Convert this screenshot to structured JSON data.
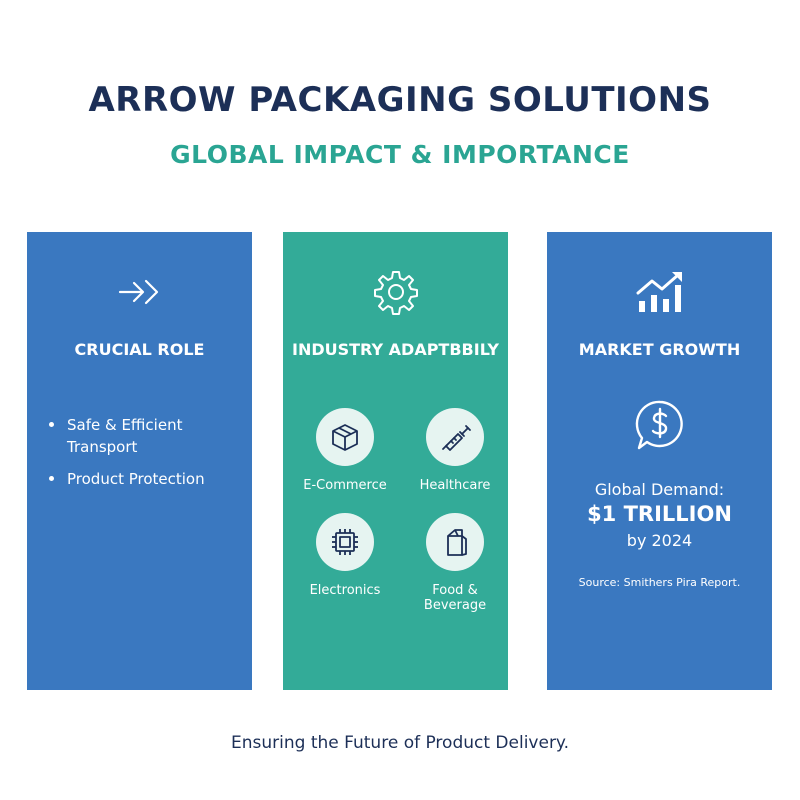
{
  "header": {
    "title": "ARROW PACKAGING SOLUTIONS",
    "subtitle": "GLOBAL IMPACT & IMPORTANCE"
  },
  "colors": {
    "navy": "#1c2f57",
    "teal_text": "#2aa593",
    "panel_blue": "#3a78c0",
    "panel_teal": "#33ab98",
    "icon_circle": "#e6f4f1"
  },
  "panels": [
    {
      "icon": "arrow-chevron-icon",
      "heading": "CRUCIAL ROLE",
      "bullets": [
        "Safe & Efficient Transport",
        "Product Protection"
      ]
    },
    {
      "icon": "gear-icon",
      "heading": "INDUSTRY ADAPTBBILY",
      "industries": [
        {
          "icon": "box-icon",
          "label": "E-Commerce"
        },
        {
          "icon": "syringe-icon",
          "label": "Healthcare"
        },
        {
          "icon": "chip-icon",
          "label": "Electronics"
        },
        {
          "icon": "carton-icon",
          "label": "Food & Beverage"
        }
      ]
    },
    {
      "icon": "growth-chart-icon",
      "heading": "MARKET GROWTH",
      "dollar_icon": "dollar-speech-bubble-icon",
      "demand_label": "Global Demand:",
      "demand_value": "$1 TRILLION",
      "demand_year": "by 2024",
      "source": "Source: Smithers Pira Report."
    }
  ],
  "footer": {
    "tagline": "Ensuring the Future of Product Delivery."
  }
}
